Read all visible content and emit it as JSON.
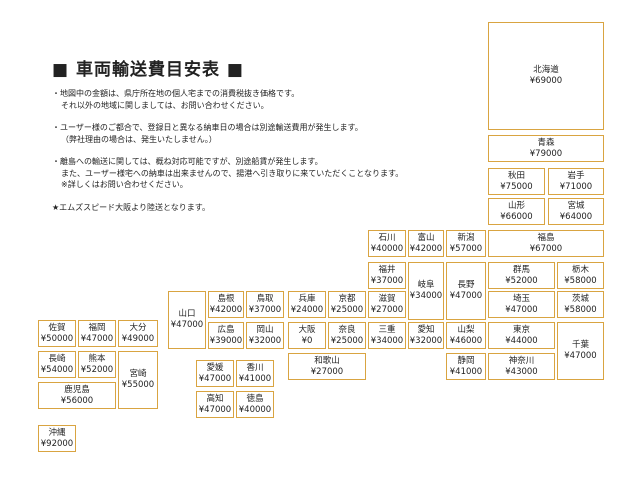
{
  "title": "■ 車両輸送費目安表 ■",
  "notes": [
    {
      "lines": [
        "・地図中の金額は、県庁所在地の個人宅までの消費税抜き価格です。",
        "それ以外の地域に関しましては、お問い合わせください。"
      ]
    },
    {
      "lines": [
        "・ユーザー様のご都合で、登録日と異なる納車日の場合は別途輸送費用が発生します。",
        "（弊社理由の場合は、発生いたしません。）"
      ]
    },
    {
      "lines": [
        "・離島への輸送に関しては、概ね対応可能ですが、別途船賃が発生します。",
        "また、ユーザー様宅への納車は出来ませんので、揚港へ引き取りに来ていただくことなります。",
        "※詳しくはお問い合わせください。"
      ]
    },
    {
      "lines": [
        "★エムズスピード大阪より陸送となります。"
      ]
    }
  ],
  "border_color": "#d9a441",
  "prefectures": [
    {
      "id": "hokkaido",
      "name": "北海道",
      "price": "¥69000"
    },
    {
      "id": "aomori",
      "name": "青森",
      "price": "¥79000"
    },
    {
      "id": "akita",
      "name": "秋田",
      "price": "¥75000"
    },
    {
      "id": "iwate",
      "name": "岩手",
      "price": "¥71000"
    },
    {
      "id": "yamagata",
      "name": "山形",
      "price": "¥66000"
    },
    {
      "id": "miyagi",
      "name": "宮城",
      "price": "¥64000"
    },
    {
      "id": "ishikawa",
      "name": "石川",
      "price": "¥40000"
    },
    {
      "id": "toyama",
      "name": "富山",
      "price": "¥42000"
    },
    {
      "id": "niigata",
      "name": "新潟",
      "price": "¥57000"
    },
    {
      "id": "fukushima",
      "name": "福島",
      "price": "¥67000"
    },
    {
      "id": "fukui",
      "name": "福井",
      "price": "¥37000"
    },
    {
      "id": "gifu",
      "name": "岐阜",
      "price": "¥34000"
    },
    {
      "id": "nagano",
      "name": "長野",
      "price": "¥47000"
    },
    {
      "id": "gunma",
      "name": "群馬",
      "price": "¥52000"
    },
    {
      "id": "tochigi",
      "name": "栃木",
      "price": "¥58000"
    },
    {
      "id": "yamaguchi",
      "name": "山口",
      "price": "¥47000"
    },
    {
      "id": "shimane",
      "name": "島根",
      "price": "¥42000"
    },
    {
      "id": "tottori",
      "name": "鳥取",
      "price": "¥37000"
    },
    {
      "id": "hyogo",
      "name": "兵庫",
      "price": "¥24000"
    },
    {
      "id": "kyoto",
      "name": "京都",
      "price": "¥25000"
    },
    {
      "id": "shiga",
      "name": "滋賀",
      "price": "¥27000"
    },
    {
      "id": "saitama",
      "name": "埼玉",
      "price": "¥47000"
    },
    {
      "id": "ibaraki",
      "name": "茨城",
      "price": "¥58000"
    },
    {
      "id": "saga",
      "name": "佐賀",
      "price": "¥50000"
    },
    {
      "id": "fukuoka",
      "name": "福岡",
      "price": "¥47000"
    },
    {
      "id": "oita",
      "name": "大分",
      "price": "¥49000"
    },
    {
      "id": "hiroshima",
      "name": "広島",
      "price": "¥39000"
    },
    {
      "id": "okayama",
      "name": "岡山",
      "price": "¥32000"
    },
    {
      "id": "osaka",
      "name": "大阪",
      "price": "¥0"
    },
    {
      "id": "nara",
      "name": "奈良",
      "price": "¥25000"
    },
    {
      "id": "mie",
      "name": "三重",
      "price": "¥34000"
    },
    {
      "id": "aichi",
      "name": "愛知",
      "price": "¥32000"
    },
    {
      "id": "yamanashi",
      "name": "山梨",
      "price": "¥46000"
    },
    {
      "id": "tokyo",
      "name": "東京",
      "price": "¥44000"
    },
    {
      "id": "chiba",
      "name": "千葉",
      "price": "¥47000"
    },
    {
      "id": "nagasaki",
      "name": "長崎",
      "price": "¥54000"
    },
    {
      "id": "kumamoto",
      "name": "熊本",
      "price": "¥52000"
    },
    {
      "id": "miyazaki",
      "name": "宮崎",
      "price": "¥55000"
    },
    {
      "id": "wakayama",
      "name": "和歌山",
      "price": "¥27000"
    },
    {
      "id": "shizuoka",
      "name": "静岡",
      "price": "¥41000"
    },
    {
      "id": "kanagawa",
      "name": "神奈川",
      "price": "¥43000"
    },
    {
      "id": "ehime",
      "name": "愛媛",
      "price": "¥47000"
    },
    {
      "id": "kagawa",
      "name": "香川",
      "price": "¥41000"
    },
    {
      "id": "kochi",
      "name": "高知",
      "price": "¥47000"
    },
    {
      "id": "tokushima",
      "name": "徳島",
      "price": "¥40000"
    },
    {
      "id": "kagoshima",
      "name": "鹿児島",
      "price": "¥56000"
    },
    {
      "id": "okinawa",
      "name": "沖縄",
      "price": "¥92000"
    }
  ]
}
